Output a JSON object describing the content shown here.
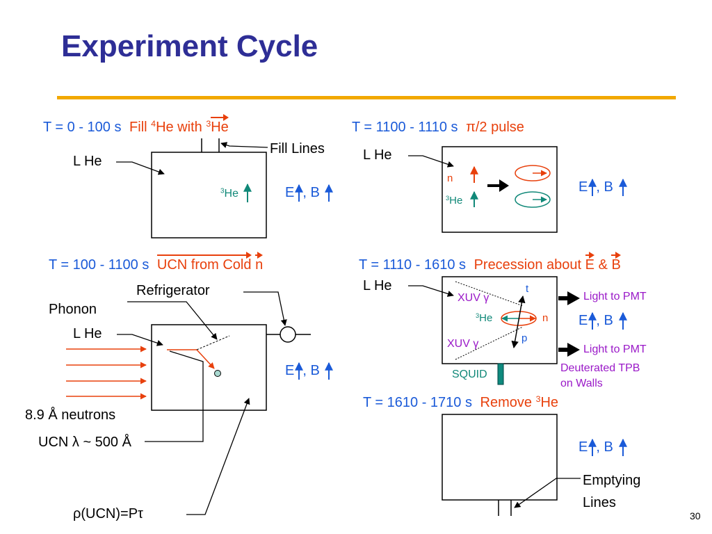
{
  "slide": {
    "title": "Experiment Cycle",
    "page_number": "30"
  },
  "colors": {
    "title": "#2e2e96",
    "rule": "#f2a800",
    "time_label": "#1a5ad8",
    "step_label": "#e8400c",
    "helium3": "#108878",
    "detector_note": "#9a19c8"
  },
  "panels": {
    "fill": {
      "time": "T = 0 - 100 s",
      "step_pre": "Fill ",
      "step_sup": "4",
      "step_mid": "He with ",
      "step_sup2": "3",
      "step_vec": "He",
      "lhe_label": "L He",
      "fill_lines_label": "Fill Lines",
      "he3_sup": "3",
      "he3_text": "He",
      "fields_e": "E",
      "fields_b": ", B"
    },
    "ucn": {
      "time": "T = 100 - 1100 s",
      "step_vec1": "UCN from Cold",
      "step_vec2": "n",
      "refrigerator_label": "Refrigerator",
      "phonon_label": "Phonon",
      "lhe_label": "L He",
      "neutrons_label": "8.9 Å neutrons",
      "ucn_label": "UCN  λ ~ 500 Å",
      "density_label": "ρ(UCN)=Pτ",
      "fields_e": "E",
      "fields_b": ", B"
    },
    "pulse": {
      "time": "T = 1100 - 1110 s",
      "step": "π/2 pulse",
      "lhe_label": "L He",
      "n_label": "n",
      "he3_sup": "3",
      "he3_text": "He",
      "fields_e": "E",
      "fields_b": ", B"
    },
    "precession": {
      "time": "T = 1110 - 1610 s",
      "step_pre": "Precession about ",
      "step_vec1": "E",
      "step_mid": " & ",
      "step_vec2": "B",
      "lhe_label": "L He",
      "xuv_top": "XUV γ",
      "xuv_bottom": "XUV γ",
      "t_label": "t",
      "p_label": "p",
      "n_label": "n",
      "he3_sup": "3",
      "he3_text": "He",
      "light_top": "Light to PMT",
      "light_bottom": "Light to PMT",
      "tpb_line1": "Deuterated TPB",
      "tpb_line2": "on Walls",
      "squid_label": "SQUID",
      "fields_e": "E",
      "fields_b": ", B"
    },
    "remove": {
      "time": "T = 1610 - 1710 s",
      "step_pre": "Remove ",
      "step_sup": "3",
      "step_text": "He",
      "emptying_line1": "Emptying",
      "emptying_line2": "Lines",
      "fields_e": "E",
      "fields_b": ", B"
    }
  }
}
